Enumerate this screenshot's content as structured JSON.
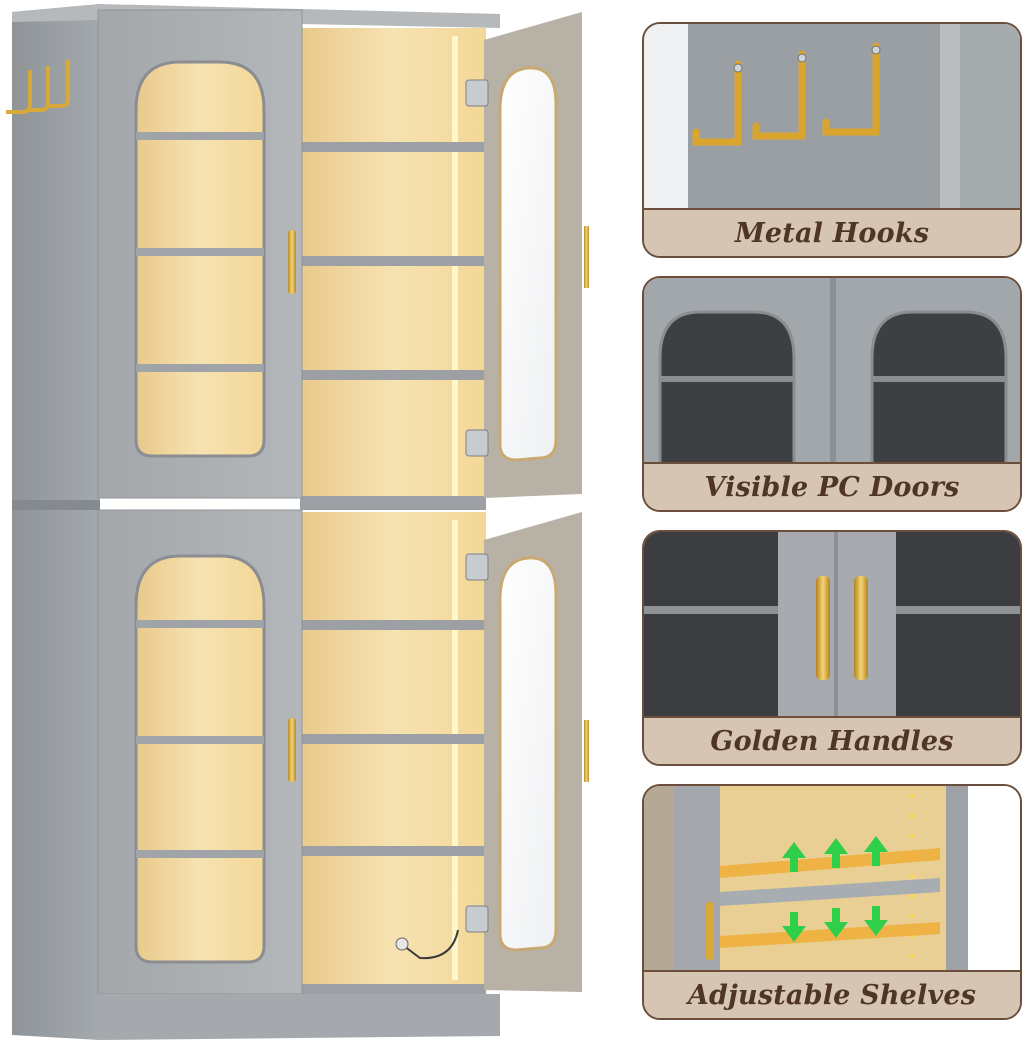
{
  "colors": {
    "cabinet_gray": "#9a9fa3",
    "wood_light": "#f2d9a0",
    "gold": "#d8a93a",
    "caption_bg": "#d7c5b4",
    "caption_text": "#4e3526",
    "border": "#6b4f3a",
    "arrow_green": "#2fcf4a"
  },
  "features": [
    {
      "id": "hooks",
      "caption": "Metal Hooks",
      "icon": "hook-icon"
    },
    {
      "id": "doors",
      "caption": "Visible PC Doors",
      "icon": "door-icon"
    },
    {
      "id": "handles",
      "caption": "Golden Handles",
      "icon": "handle-icon"
    },
    {
      "id": "shelves",
      "caption": "Adjustable Shelves",
      "icon": "shelf-icon"
    }
  ]
}
